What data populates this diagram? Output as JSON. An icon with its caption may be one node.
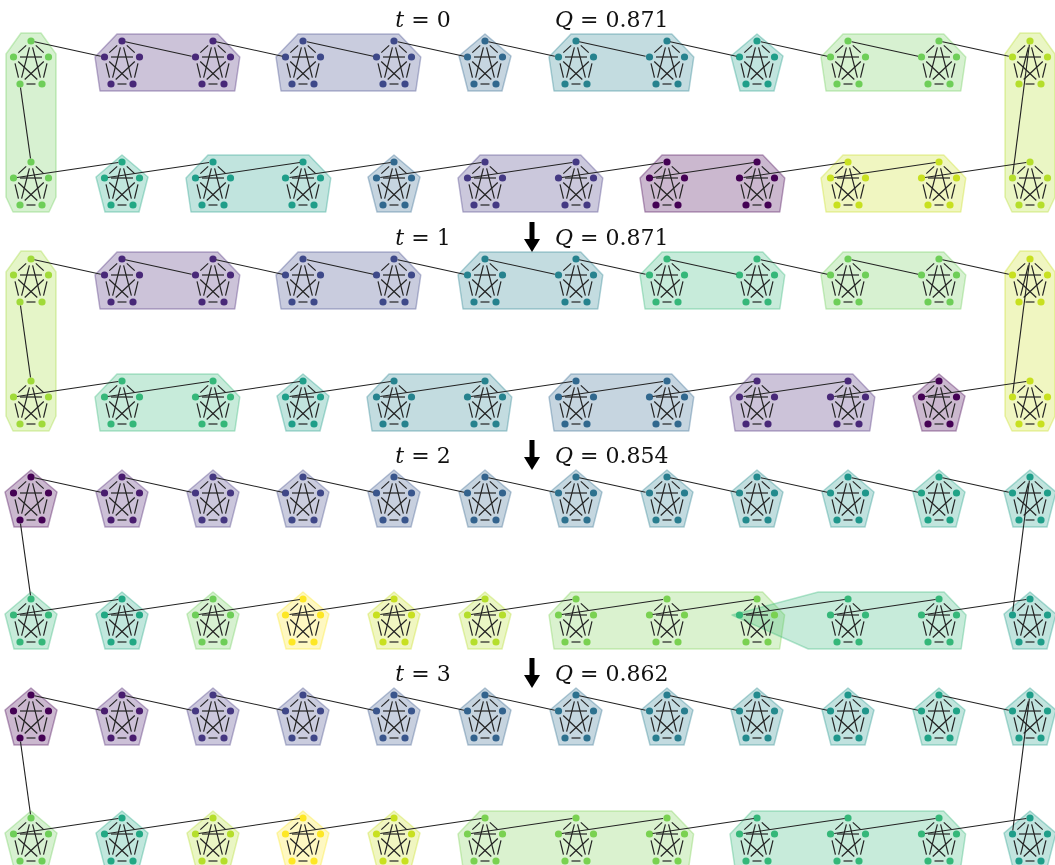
{
  "diagram": {
    "nodes": [
      {
        "text": [],
        "shape": "band"
      },
      {
        "text": [],
        "shape": "band"
      },
      {
        "text": [],
        "shape": "band"
      },
      {
        "text": [],
        "shape": "band"
      },
      {
        "text": [],
        "shape": "band"
      },
      {
        "text": [],
        "shape": "band"
      },
      {
        "text": [],
        "shape": "band"
      },
      {
        "text": [],
        "shape": "band"
      },
      {
        "text": [],
        "shape": "band"
      },
      {
        "text": [],
        "shape": "band"
      },
      {
        "text": [],
        "shape": "pentagon",
        "in": 0
      },
      {
        "text": [],
        "shape": "pentagon",
        "in": 1
      },
      {
        "text": [],
        "shape": "pentagon",
        "in": 1
      },
      {
        "text": [],
        "shape": "pentagon",
        "in": 2
      },
      {
        "text": [],
        "shape": "pentagon",
        "in": 2
      },
      {
        "text": [],
        "shape": "pentagon"
      },
      {
        "text": [],
        "shape": "pentagon",
        "in": 3
      },
      {
        "text": [],
        "shape": "pentagon",
        "in": 3
      },
      {
        "text": [],
        "shape": "pentagon"
      },
      {
        "text": [],
        "shape": "pentagon",
        "in": 4
      },
      {
        "text": [],
        "shape": "pentagon",
        "in": 4
      },
      {
        "text": [],
        "shape": "pentagon",
        "in": 5
      },
      {
        "text": [],
        "shape": "pentagon",
        "in": 0
      },
      {
        "text": [],
        "shape": "pentagon"
      },
      {
        "text": [],
        "shape": "pentagon",
        "in": 6
      },
      {
        "text": [],
        "shape": "pentagon",
        "in": 6
      },
      {
        "text": [],
        "shape": "pentagon"
      },
      {
        "text": [],
        "shape": "pentagon",
        "in": 7
      },
      {
        "text": [],
        "shape": "pentagon",
        "in": 7
      },
      {
        "text": [],
        "shape": "pentagon",
        "in": 8
      },
      {
        "text": [],
        "shape": "pentagon",
        "in": 8
      },
      {
        "text": [],
        "shape": "pentagon",
        "in": 9
      },
      {
        "text": [],
        "shape": "pentagon",
        "in": 9
      },
      {
        "text": [],
        "shape": "pentagon",
        "in": 5
      },
      {
        "text": [],
        "shape": "band"
      },
      {
        "text": [],
        "shape": "band"
      },
      {
        "text": [],
        "shape": "band"
      },
      {
        "text": [],
        "shape": "band"
      },
      {
        "text": [],
        "shape": "band"
      },
      {
        "text": [],
        "shape": "band"
      },
      {
        "text": [],
        "shape": "band"
      },
      {
        "text": [],
        "shape": "band"
      },
      {
        "text": [],
        "shape": "band"
      },
      {
        "text": [],
        "shape": "band"
      },
      {
        "text": [],
        "shape": "band"
      },
      {
        "text": [],
        "shape": "pentagon",
        "in": 34
      },
      {
        "text": [],
        "shape": "pentagon",
        "in": 35
      },
      {
        "text": [],
        "shape": "pentagon",
        "in": 35
      },
      {
        "text": [],
        "shape": "pentagon",
        "in": 36
      },
      {
        "text": [],
        "shape": "pentagon",
        "in": 36
      },
      {
        "text": [],
        "shape": "pentagon",
        "in": 37
      },
      {
        "text": [],
        "shape": "pentagon",
        "in": 37
      },
      {
        "text": [],
        "shape": "pentagon",
        "in": 38
      },
      {
        "text": [],
        "shape": "pentagon",
        "in": 38
      },
      {
        "text": [],
        "shape": "pentagon",
        "in": 39
      },
      {
        "text": [],
        "shape": "pentagon",
        "in": 39
      },
      {
        "text": [],
        "shape": "pentagon",
        "in": 40
      },
      {
        "text": [],
        "shape": "pentagon",
        "in": 34
      },
      {
        "text": [],
        "shape": "pentagon",
        "in": 41
      },
      {
        "text": [],
        "shape": "pentagon",
        "in": 41
      },
      {
        "text": [],
        "shape": "pentagon"
      },
      {
        "text": [],
        "shape": "pentagon",
        "in": 42
      },
      {
        "text": [],
        "shape": "pentagon",
        "in": 42
      },
      {
        "text": [],
        "shape": "pentagon",
        "in": 43
      },
      {
        "text": [],
        "shape": "pentagon",
        "in": 43
      },
      {
        "text": [],
        "shape": "pentagon",
        "in": 44
      },
      {
        "text": [],
        "shape": "pentagon",
        "in": 44
      },
      {
        "text": [],
        "shape": "pentagon"
      },
      {
        "text": [],
        "shape": "pentagon",
        "in": 40
      },
      {
        "text": [],
        "shape": "band"
      },
      {
        "text": [],
        "shape": "band"
      },
      {
        "text": [],
        "shape": "pentagon"
      },
      {
        "text": [],
        "shape": "pentagon"
      },
      {
        "text": [],
        "shape": "pentagon"
      },
      {
        "text": [],
        "shape": "pentagon"
      },
      {
        "text": [],
        "shape": "pentagon"
      },
      {
        "text": [],
        "shape": "pentagon"
      },
      {
        "text": [],
        "shape": "pentagon"
      },
      {
        "text": [],
        "shape": "pentagon"
      },
      {
        "text": [],
        "shape": "pentagon"
      },
      {
        "text": [],
        "shape": "pentagon"
      },
      {
        "text": [],
        "shape": "pentagon"
      },
      {
        "text": [],
        "shape": "pentagon"
      },
      {
        "text": [],
        "shape": "pentagon"
      },
      {
        "text": [],
        "shape": "pentagon"
      },
      {
        "text": [],
        "shape": "pentagon"
      },
      {
        "text": [],
        "shape": "pentagon"
      },
      {
        "text": [],
        "shape": "pentagon"
      },
      {
        "text": [],
        "shape": "pentagon"
      },
      {
        "text": [],
        "shape": "pentagon",
        "in": 69
      },
      {
        "text": [],
        "shape": "pentagon",
        "in": 69
      },
      {
        "text": [],
        "shape": "pentagon"
      },
      {
        "text": [],
        "shape": "pentagon",
        "in": 70
      },
      {
        "text": [],
        "shape": "pentagon",
        "in": 70
      },
      {
        "text": [],
        "shape": "pentagon"
      },
      {
        "text": [],
        "shape": "band"
      },
      {
        "text": [],
        "shape": "band"
      },
      {
        "text": [],
        "shape": "pentagon"
      },
      {
        "text": [],
        "shape": "pentagon"
      },
      {
        "text": [],
        "shape": "pentagon"
      },
      {
        "text": [],
        "shape": "pentagon"
      },
      {
        "text": [],
        "shape": "pentagon"
      },
      {
        "text": [],
        "shape": "pentagon"
      },
      {
        "text": [],
        "shape": "pentagon"
      },
      {
        "text": [],
        "shape": "pentagon"
      },
      {
        "text": [],
        "shape": "pentagon"
      },
      {
        "text": [],
        "shape": "pentagon"
      },
      {
        "text": [],
        "shape": "pentagon"
      },
      {
        "text": [],
        "shape": "pentagon"
      },
      {
        "text": [],
        "shape": "pentagon"
      },
      {
        "text": [],
        "shape": "pentagon"
      },
      {
        "text": [],
        "shape": "pentagon"
      },
      {
        "text": [],
        "shape": "pentagon"
      },
      {
        "text": [],
        "shape": "pentagon"
      },
      {
        "text": [],
        "shape": "pentagon",
        "in": 95
      },
      {
        "text": [],
        "shape": "pentagon",
        "in": 95
      },
      {
        "text": [],
        "shape": "pentagon",
        "in": 95
      },
      {
        "text": [],
        "shape": "pentagon",
        "in": 96
      },
      {
        "text": [],
        "shape": "pentagon",
        "in": 96
      },
      {
        "text": [],
        "shape": "pentagon",
        "in": 96
      },
      {
        "text": [],
        "shape": "pentagon"
      }
    ],
    "edges": [
      {
        "from": 10,
        "to": 11,
        "arrow": "none"
      },
      {
        "from": 11,
        "to": 12,
        "arrow": "none"
      },
      {
        "from": 12,
        "to": 13,
        "arrow": "none"
      },
      {
        "from": 13,
        "to": 14,
        "arrow": "none"
      },
      {
        "from": 14,
        "to": 15,
        "arrow": "none"
      },
      {
        "from": 15,
        "to": 16,
        "arrow": "none"
      },
      {
        "from": 16,
        "to": 17,
        "arrow": "none"
      },
      {
        "from": 17,
        "to": 18,
        "arrow": "none"
      },
      {
        "from": 18,
        "to": 19,
        "arrow": "none"
      },
      {
        "from": 19,
        "to": 20,
        "arrow": "none"
      },
      {
        "from": 20,
        "to": 21,
        "arrow": "none"
      },
      {
        "from": 21,
        "to": 33,
        "arrow": "none"
      },
      {
        "from": 22,
        "to": 23,
        "arrow": "none"
      },
      {
        "from": 23,
        "to": 24,
        "arrow": "none"
      },
      {
        "from": 24,
        "to": 25,
        "arrow": "none"
      },
      {
        "from": 25,
        "to": 26,
        "arrow": "none"
      },
      {
        "from": 26,
        "to": 27,
        "arrow": "none"
      },
      {
        "from": 27,
        "to": 28,
        "arrow": "none"
      },
      {
        "from": 28,
        "to": 29,
        "arrow": "none"
      },
      {
        "from": 29,
        "to": 30,
        "arrow": "none"
      },
      {
        "from": 30,
        "to": 31,
        "arrow": "none"
      },
      {
        "from": 31,
        "to": 32,
        "arrow": "none"
      },
      {
        "from": 32,
        "to": 33,
        "arrow": "none"
      },
      {
        "from": 10,
        "to": 22,
        "arrow": "none"
      },
      {
        "from": 45,
        "to": 46,
        "arrow": "none"
      },
      {
        "from": 46,
        "to": 47,
        "arrow": "none"
      },
      {
        "from": 47,
        "to": 48,
        "arrow": "none"
      },
      {
        "from": 48,
        "to": 49,
        "arrow": "none"
      },
      {
        "from": 49,
        "to": 50,
        "arrow": "none"
      },
      {
        "from": 50,
        "to": 51,
        "arrow": "none"
      },
      {
        "from": 51,
        "to": 52,
        "arrow": "none"
      },
      {
        "from": 52,
        "to": 53,
        "arrow": "none"
      },
      {
        "from": 53,
        "to": 54,
        "arrow": "none"
      },
      {
        "from": 54,
        "to": 55,
        "arrow": "none"
      },
      {
        "from": 55,
        "to": 56,
        "arrow": "none"
      },
      {
        "from": 56,
        "to": 68,
        "arrow": "none"
      },
      {
        "from": 57,
        "to": 58,
        "arrow": "none"
      },
      {
        "from": 58,
        "to": 59,
        "arrow": "none"
      },
      {
        "from": 59,
        "to": 60,
        "arrow": "none"
      },
      {
        "from": 60,
        "to": 61,
        "arrow": "none"
      },
      {
        "from": 61,
        "to": 62,
        "arrow": "none"
      },
      {
        "from": 62,
        "to": 63,
        "arrow": "none"
      },
      {
        "from": 63,
        "to": 64,
        "arrow": "none"
      },
      {
        "from": 64,
        "to": 65,
        "arrow": "none"
      },
      {
        "from": 65,
        "to": 66,
        "arrow": "none"
      },
      {
        "from": 66,
        "to": 67,
        "arrow": "none"
      },
      {
        "from": 67,
        "to": 68,
        "arrow": "none"
      },
      {
        "from": 45,
        "to": 57,
        "arrow": "none"
      },
      {
        "from": 71,
        "to": 72,
        "arrow": "none"
      },
      {
        "from": 72,
        "to": 73,
        "arrow": "none"
      },
      {
        "from": 73,
        "to": 74,
        "arrow": "none"
      },
      {
        "from": 74,
        "to": 75,
        "arrow": "none"
      },
      {
        "from": 75,
        "to": 76,
        "arrow": "none"
      },
      {
        "from": 76,
        "to": 77,
        "arrow": "none"
      },
      {
        "from": 77,
        "to": 78,
        "arrow": "none"
      },
      {
        "from": 78,
        "to": 79,
        "arrow": "none"
      },
      {
        "from": 79,
        "to": 80,
        "arrow": "none"
      },
      {
        "from": 80,
        "to": 81,
        "arrow": "none"
      },
      {
        "from": 81,
        "to": 82,
        "arrow": "none"
      },
      {
        "from": 82,
        "to": 94,
        "arrow": "none"
      },
      {
        "from": 83,
        "to": 84,
        "arrow": "none"
      },
      {
        "from": 84,
        "to": 85,
        "arrow": "none"
      },
      {
        "from": 85,
        "to": 86,
        "arrow": "none"
      },
      {
        "from": 86,
        "to": 87,
        "arrow": "none"
      },
      {
        "from": 87,
        "to": 88,
        "arrow": "none"
      },
      {
        "from": 88,
        "to": 89,
        "arrow": "none"
      },
      {
        "from": 89,
        "to": 90,
        "arrow": "none"
      },
      {
        "from": 90,
        "to": 91,
        "arrow": "none"
      },
      {
        "from": 91,
        "to": 92,
        "arrow": "none"
      },
      {
        "from": 92,
        "to": 93,
        "arrow": "none"
      },
      {
        "from": 93,
        "to": 94,
        "arrow": "none"
      },
      {
        "from": 71,
        "to": 83,
        "arrow": "none"
      },
      {
        "from": 97,
        "to": 98,
        "arrow": "none"
      },
      {
        "from": 98,
        "to": 99,
        "arrow": "none"
      },
      {
        "from": 99,
        "to": 100,
        "arrow": "none"
      },
      {
        "from": 100,
        "to": 101,
        "arrow": "none"
      },
      {
        "from": 101,
        "to": 102,
        "arrow": "none"
      },
      {
        "from": 102,
        "to": 103,
        "arrow": "none"
      },
      {
        "from": 103,
        "to": 104,
        "arrow": "none"
      },
      {
        "from": 104,
        "to": 105,
        "arrow": "none"
      },
      {
        "from": 105,
        "to": 106,
        "arrow": "none"
      },
      {
        "from": 106,
        "to": 107,
        "arrow": "none"
      },
      {
        "from": 107,
        "to": 108,
        "arrow": "none"
      },
      {
        "from": 108,
        "to": 120,
        "arrow": "none"
      },
      {
        "from": 109,
        "to": 110,
        "arrow": "none"
      },
      {
        "from": 110,
        "to": 111,
        "arrow": "none"
      },
      {
        "from": 111,
        "to": 112,
        "arrow": "none"
      },
      {
        "from": 112,
        "to": 113,
        "arrow": "none"
      },
      {
        "from": 113,
        "to": 114,
        "arrow": "none"
      },
      {
        "from": 114,
        "to": 115,
        "arrow": "none"
      },
      {
        "from": 115,
        "to": 116,
        "arrow": "none"
      },
      {
        "from": 116,
        "to": 117,
        "arrow": "none"
      },
      {
        "from": 117,
        "to": 118,
        "arrow": "none"
      },
      {
        "from": 118,
        "to": 119,
        "arrow": "none"
      },
      {
        "from": 119,
        "to": 120,
        "arrow": "none"
      },
      {
        "from": 97,
        "to": 109,
        "arrow": "none"
      }
    ],
    "labels": [
      "*t* = 0",
      "*Q* = 0.871",
      "*t* = 1",
      "*Q* = 0.871",
      "*t* = 2",
      "*Q* = 0.854",
      "*t* = 3",
      "*Q* = 0.862"
    ]
  }
}
